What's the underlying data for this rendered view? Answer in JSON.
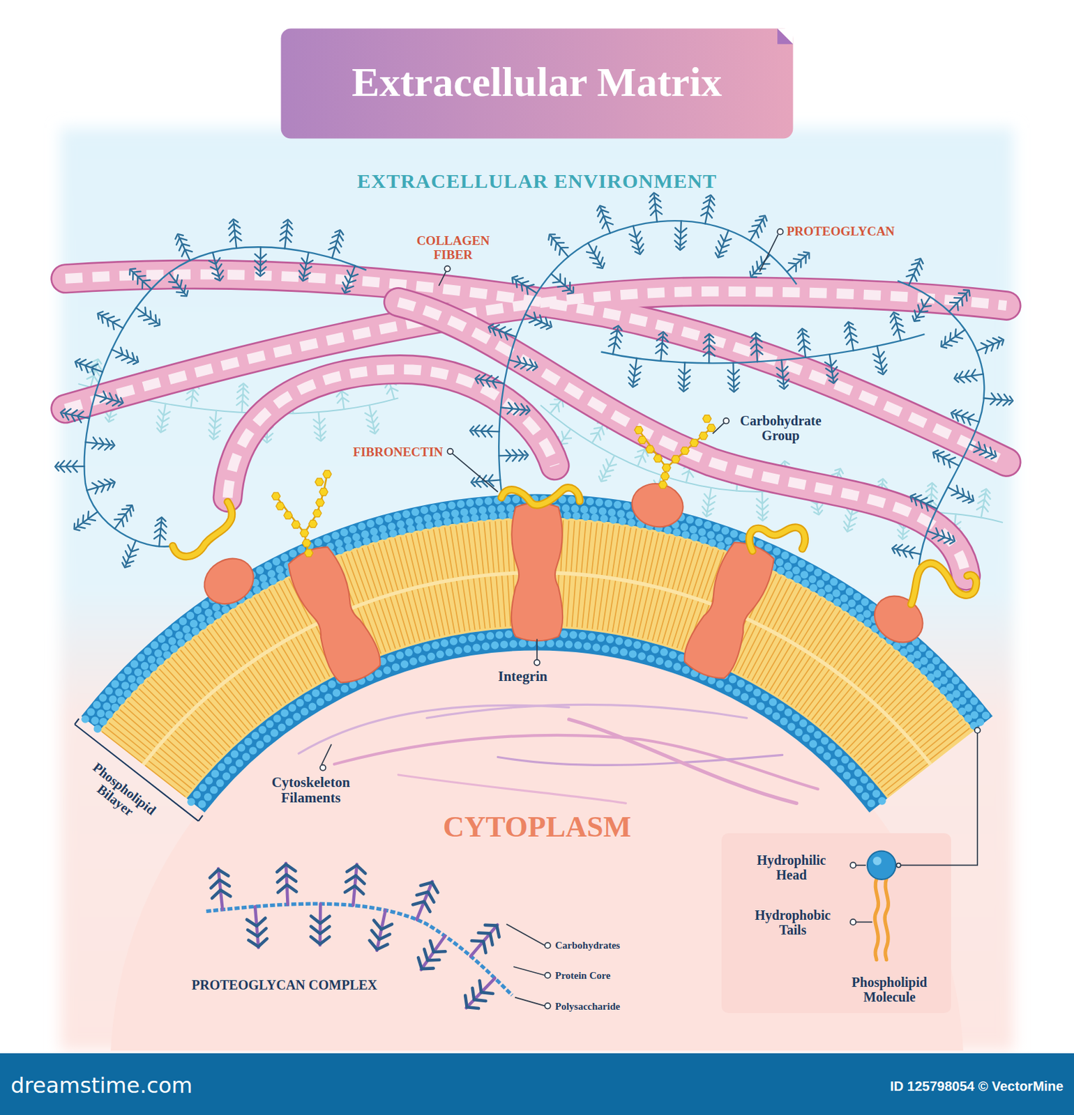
{
  "diagram": {
    "title": "Extracellular Matrix",
    "nodes": [
      {
        "text": [
          "Hydrophilic Head",
          "Hydrophobic Tails",
          "Phospholipid Molecule"
        ]
      }
    ],
    "labels": [
      "EXTRACELLULAR ENVIRONMENT",
      "COLLAGEN FIBER",
      "PROTEOGLYCAN",
      "Carbohydrate Group",
      "FIBRONECTIN",
      "Integrin",
      "Phospholipid Bilayer",
      "Cytoskeleton Filaments",
      "CYTOPLASM",
      "PROTEOGLYCAN COMPLEX",
      "Carbohydrates",
      "Protein Core",
      "Polysaccharide",
      "dreamstime.com",
      "ID 125798054 © VectorMine"
    ]
  }
}
